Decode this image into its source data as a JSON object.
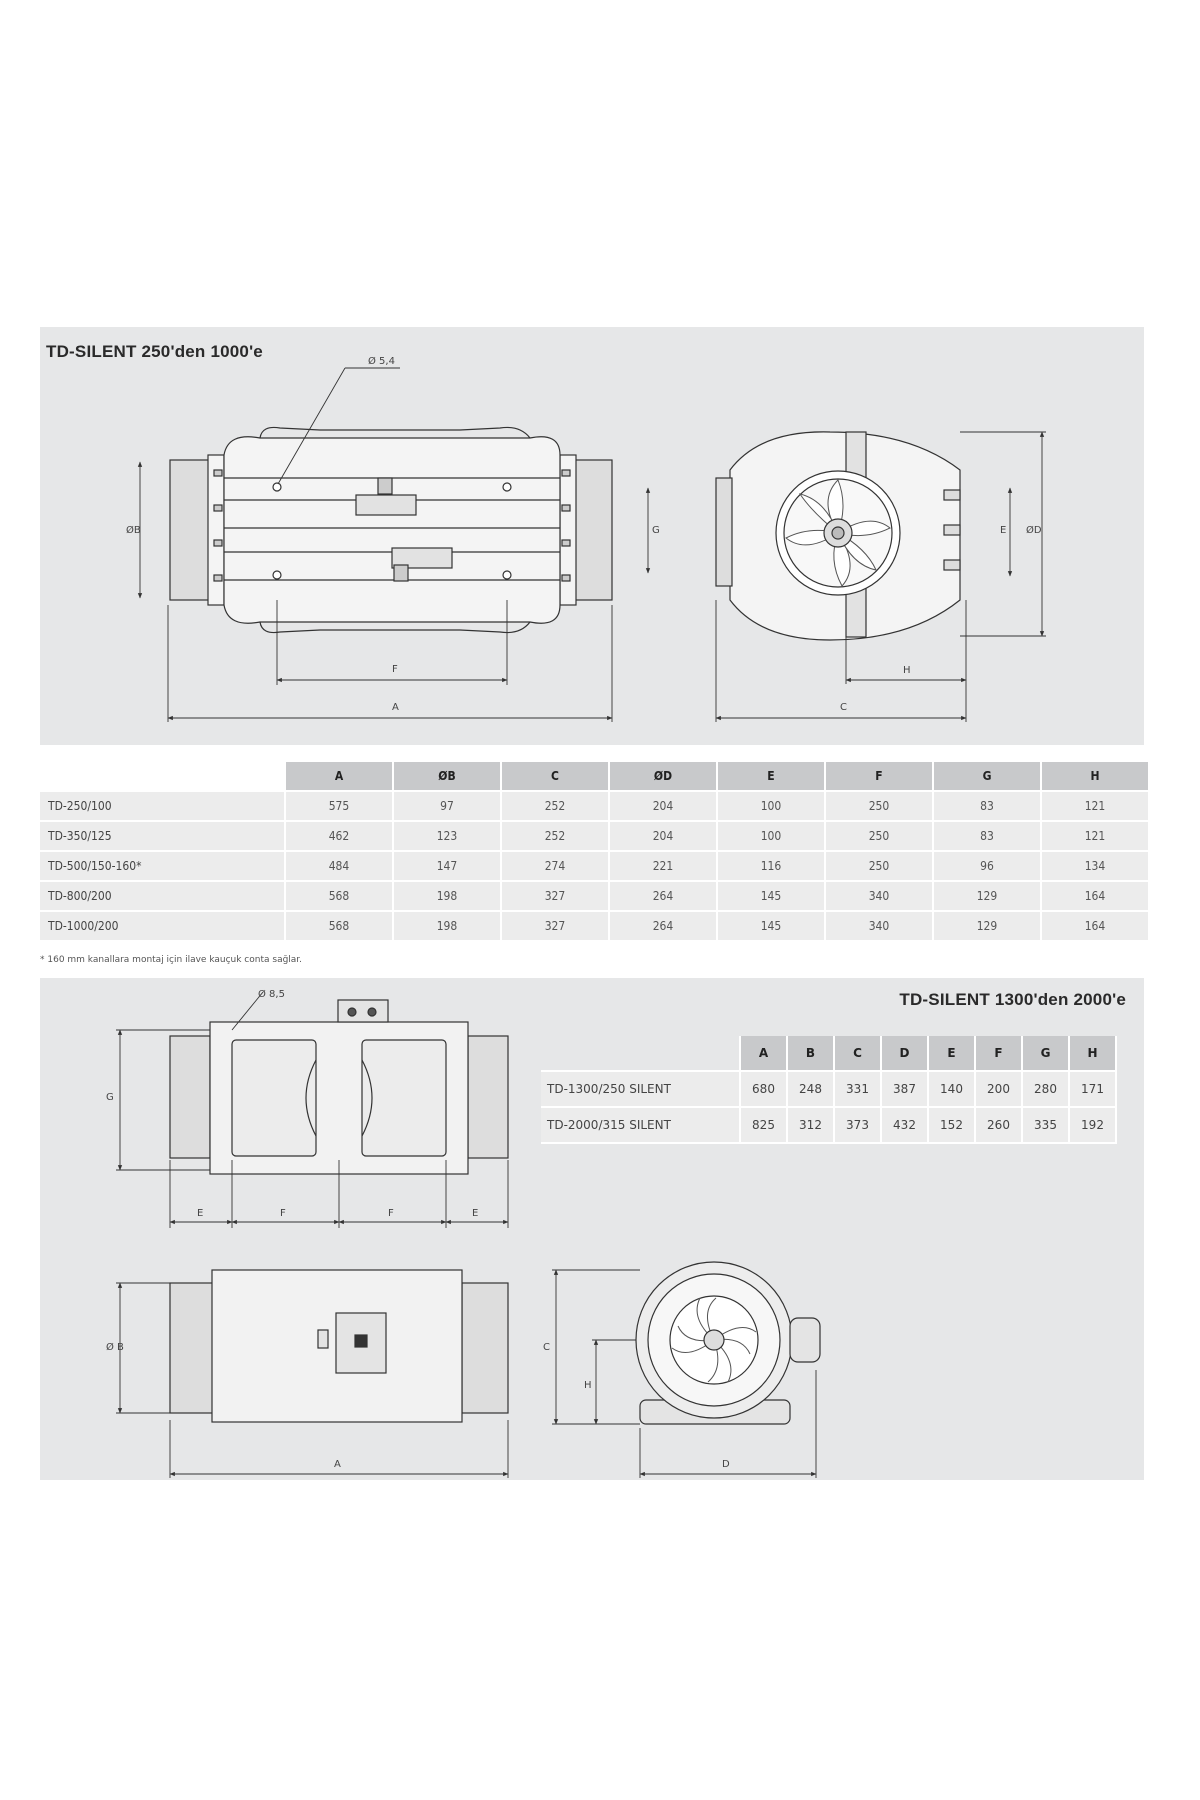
{
  "section1": {
    "title": "TD-SILENT 250'den 1000'e",
    "dims": {
      "hole": "Ø 5,4",
      "A": "A",
      "B": "ØB",
      "C": "C",
      "D": "ØD",
      "E": "E",
      "F": "F",
      "G": "G",
      "H": "H"
    }
  },
  "table1": {
    "headers": [
      "A",
      "ØB",
      "C",
      "ØD",
      "E",
      "F",
      "G",
      "H"
    ],
    "rows": [
      {
        "model": "TD-250/100",
        "values": [
          "575",
          "97",
          "252",
          "204",
          "100",
          "250",
          "83",
          "121"
        ]
      },
      {
        "model": "TD-350/125",
        "values": [
          "462",
          "123",
          "252",
          "204",
          "100",
          "250",
          "83",
          "121"
        ]
      },
      {
        "model": "TD-500/150-160*",
        "values": [
          "484",
          "147",
          "274",
          "221",
          "116",
          "250",
          "96",
          "134"
        ]
      },
      {
        "model": "TD-800/200",
        "values": [
          "568",
          "198",
          "327",
          "264",
          "145",
          "340",
          "129",
          "164"
        ]
      },
      {
        "model": "TD-1000/200",
        "values": [
          "568",
          "198",
          "327",
          "264",
          "145",
          "340",
          "129",
          "164"
        ]
      }
    ],
    "footnote": "* 160 mm kanallara montaj için ilave kauçuk conta sağlar."
  },
  "section2": {
    "title": "TD-SILENT 1300'den 2000'e",
    "dims": {
      "hole": "Ø 8,5",
      "A": "A",
      "B": "Ø B",
      "C": "C",
      "D": "D",
      "E": "E",
      "F": "F",
      "G": "G",
      "H": "H"
    }
  },
  "table2": {
    "headers": [
      "A",
      "B",
      "C",
      "D",
      "E",
      "F",
      "G",
      "H"
    ],
    "rows": [
      {
        "model": "TD-1300/250 SILENT",
        "values": [
          "680",
          "248",
          "331",
          "387",
          "140",
          "200",
          "280",
          "171"
        ]
      },
      {
        "model": "TD-2000/315 SILENT",
        "values": [
          "825",
          "312",
          "373",
          "432",
          "152",
          "260",
          "335",
          "192"
        ]
      }
    ]
  }
}
